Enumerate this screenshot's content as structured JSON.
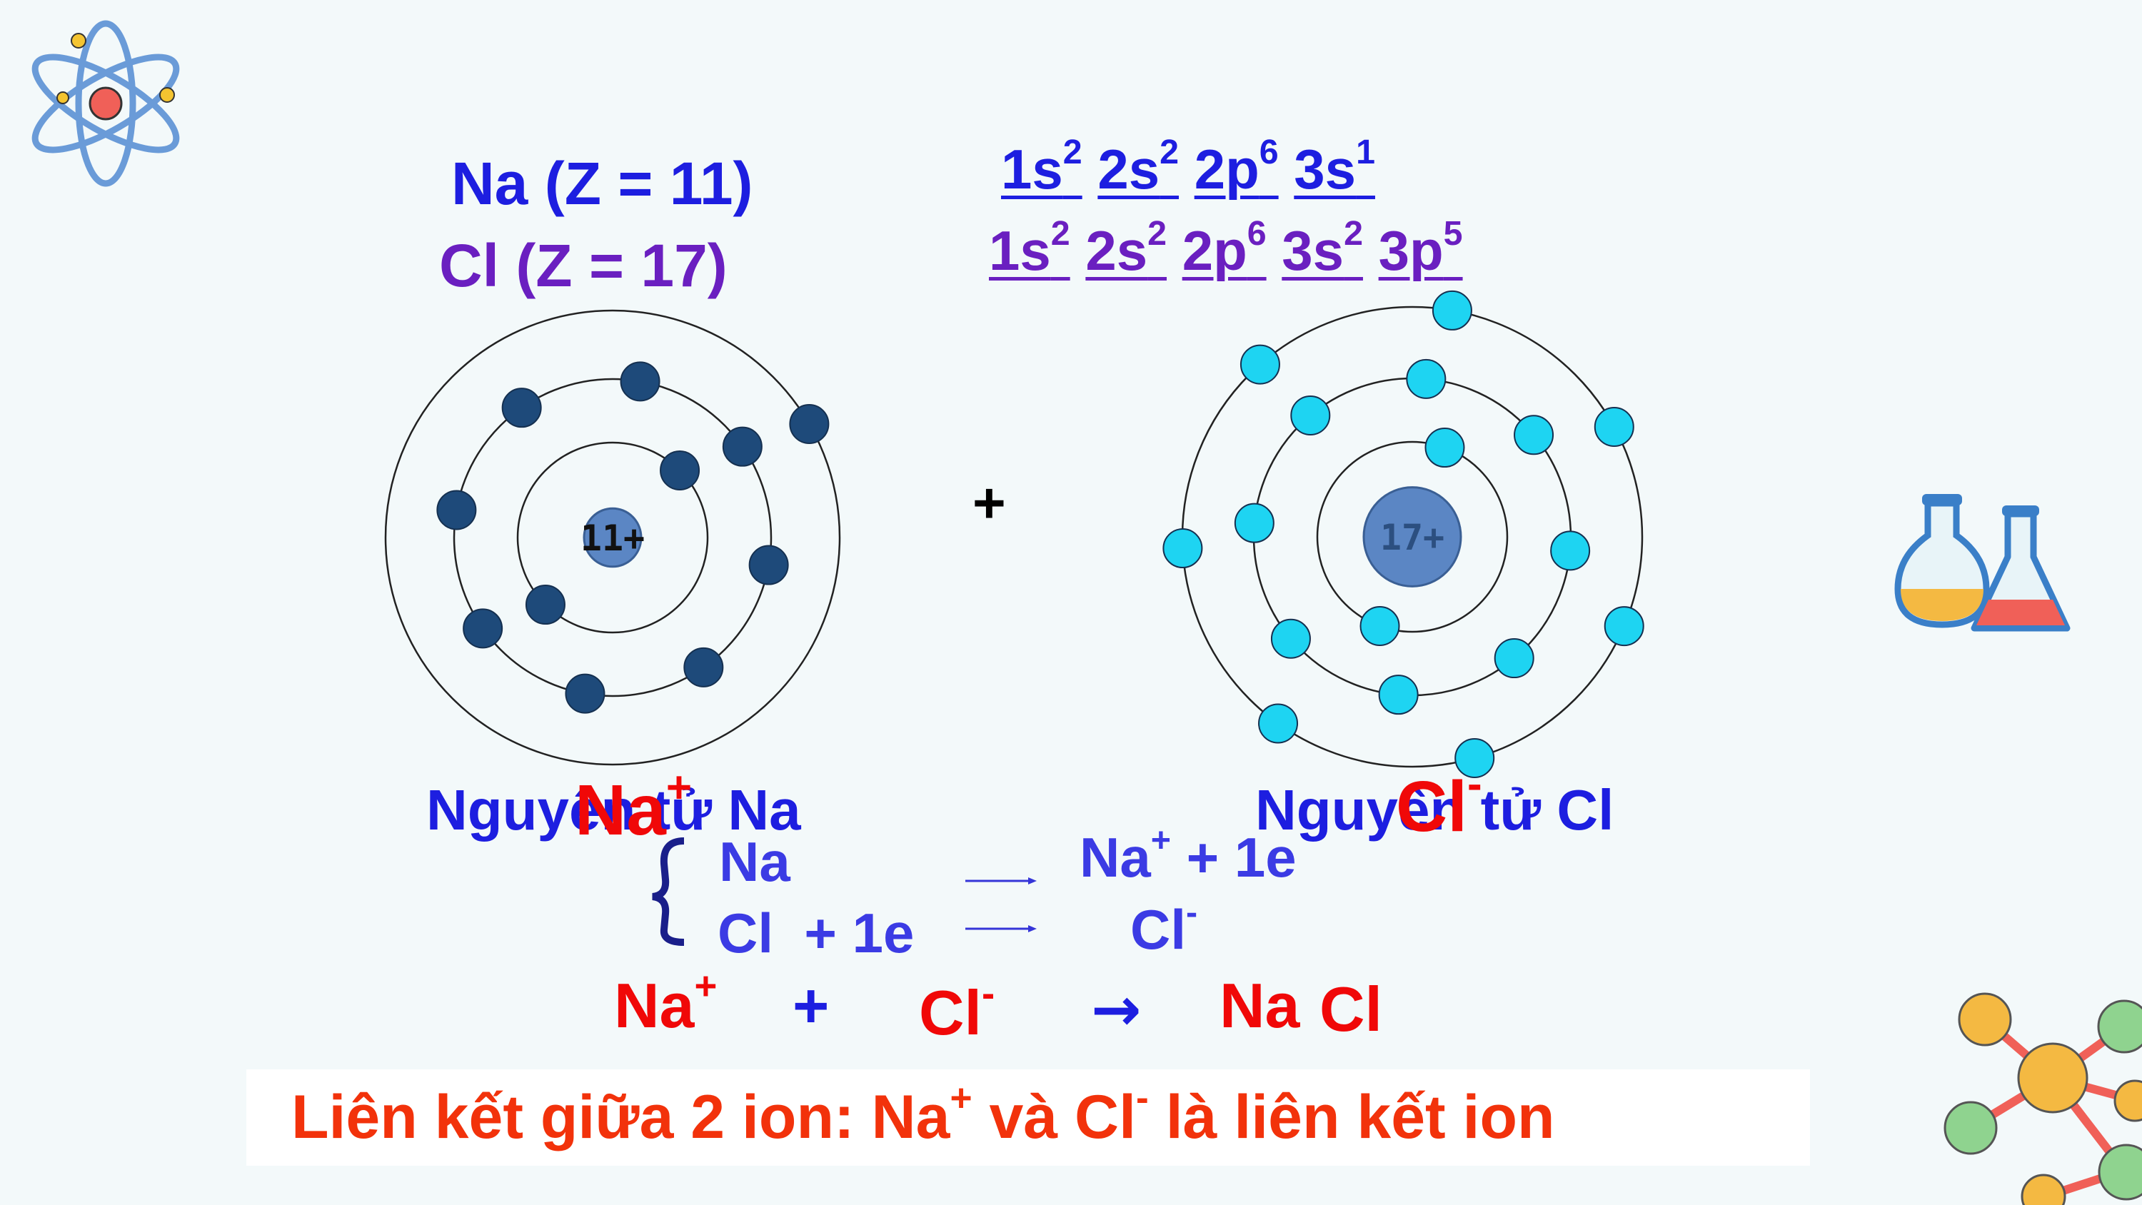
{
  "na_label": "Na (Z = 11)",
  "cl_label": "Cl  (Z = 17)",
  "na_config": [
    {
      "base": "1s",
      "sup": "2"
    },
    {
      "base": "2s",
      "sup": "2"
    },
    {
      "base": " 2p",
      "sup": "6"
    },
    {
      "base": "3s",
      "sup": "1"
    }
  ],
  "cl_config": [
    {
      "base": "1s",
      "sup": "2"
    },
    {
      "base": "2s",
      "sup": "2"
    },
    {
      "base": " 2p",
      "sup": "6"
    },
    {
      "base": "3s",
      "sup": "2"
    },
    {
      "base": " 3p",
      "sup": "5"
    }
  ],
  "plus_sign": "+",
  "na_atom": {
    "nucleus": "11+",
    "electrons": [
      2,
      8,
      1
    ],
    "electron_color": "#1e4a7a",
    "caption": "Nguyên tử Na"
  },
  "cl_atom": {
    "nucleus": "17+",
    "electrons": [
      2,
      8,
      7
    ],
    "electron_color": "#1ed4f2",
    "caption": "Nguyên tử Cl"
  },
  "na_ion": {
    "base": "Na",
    "sup": "+"
  },
  "cl_ion": {
    "base": "Cl",
    "sup": "-"
  },
  "eq1_left": "Na",
  "eq1_right": {
    "base": "Na",
    "sup": "+",
    "tail": " + 1e"
  },
  "eq2_left": "Cl  + 1e",
  "eq2_right": {
    "base": "Cl",
    "sup": "-"
  },
  "reaction": {
    "na": {
      "base": "Na",
      "sup": "+"
    },
    "plus": "+",
    "cl": {
      "base": "Cl",
      "sup": "-"
    },
    "arrow": "→",
    "product_a": "Na",
    "product_b": "Cl"
  },
  "bottom": {
    "part1": "Liên kết giữa 2 ion: Na",
    "sup1": "+",
    "part2": " và Cl",
    "sup2": "-",
    "part3": " là liên kết ion"
  },
  "colors": {
    "blue": "#1d1ee0",
    "purple": "#6a1fc0",
    "red": "#f00808",
    "orange_red": "#f2320b"
  }
}
